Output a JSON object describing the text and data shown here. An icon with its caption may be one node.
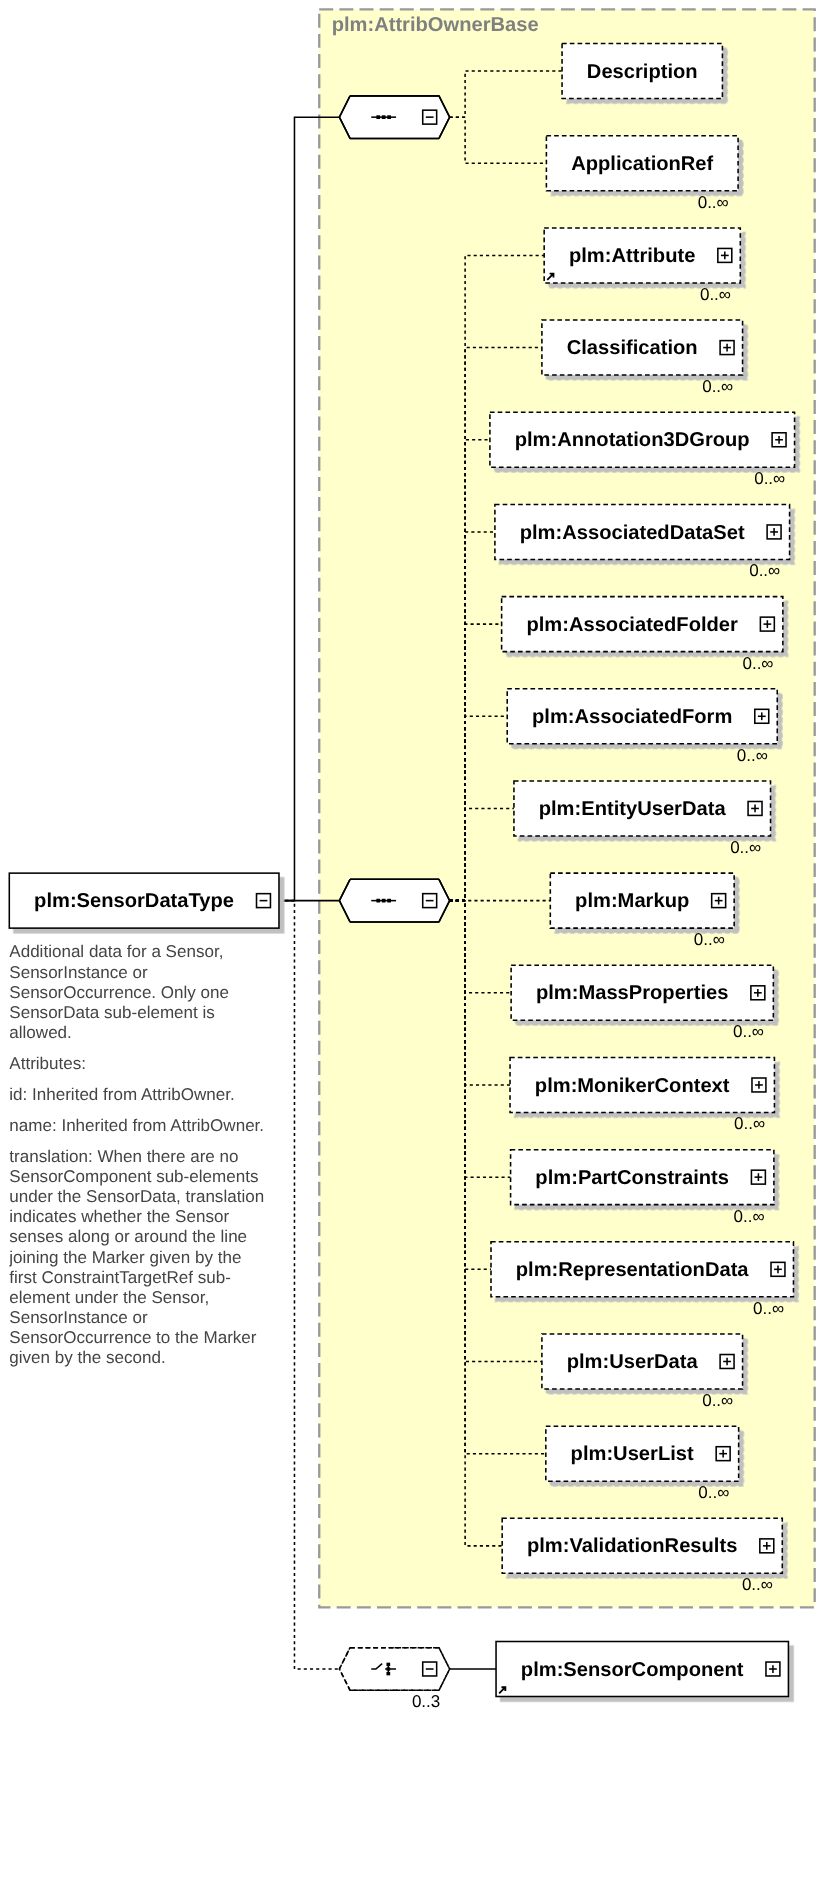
{
  "diagram": {
    "nodes": [
      {
        "text": [
          "plm:SensorDataType"
        ],
        "beside": [
          "Additional data for a Sensor, SensorInstance or SensorOccurrence. Only one SensorData sub-element is allowed.",
          "Attributes:",
          "id: Inherited from AttribOwner.",
          "name: Inherited from AttribOwner.",
          "translation: When there are no SensorComponent sub-elements under the SensorData, translation indicates whether the Sensor senses along or around the line joining the Marker given by the first ConstraintTargetRef sub-element under the Sensor, SensorInstance or SensorOccurrence to the Marker given by the second."
        ]
      },
      {
        "text": [
          "plm:AttribOwnerBase"
        ]
      },
      {
        "text": [],
        "shape": "octagon",
        "in": 1
      },
      {
        "text": [
          "Description"
        ],
        "in": 1
      },
      {
        "text": [
          "ApplicationRef"
        ],
        "beside": [
          "0..∞"
        ],
        "in": 1
      },
      {
        "text": [],
        "shape": "octagon",
        "in": 1
      },
      {
        "text": [
          "plm:Attribute"
        ],
        "beside": [
          "0..∞"
        ],
        "in": 1
      },
      {
        "text": [
          "Classification"
        ],
        "beside": [
          "0..∞"
        ],
        "in": 1
      },
      {
        "text": [
          "plm:Annotation3DGroup"
        ],
        "beside": [
          "0..∞"
        ],
        "in": 1
      },
      {
        "text": [
          "plm:AssociatedDataSet"
        ],
        "beside": [
          "0..∞"
        ],
        "in": 1
      },
      {
        "text": [
          "plm:AssociatedFolder"
        ],
        "beside": [
          "0..∞"
        ],
        "in": 1
      },
      {
        "text": [
          "plm:AssociatedForm"
        ],
        "beside": [
          "0..∞"
        ],
        "in": 1
      },
      {
        "text": [
          "plm:EntityUserData"
        ],
        "beside": [
          "0..∞"
        ],
        "in": 1
      },
      {
        "text": [
          "plm:Markup"
        ],
        "beside": [
          "0..∞"
        ],
        "in": 1
      },
      {
        "text": [
          "plm:MassProperties"
        ],
        "beside": [
          "0..∞"
        ],
        "in": 1
      },
      {
        "text": [
          "plm:MonikerContext"
        ],
        "beside": [
          "0..∞"
        ],
        "in": 1
      },
      {
        "text": [
          "plm:PartConstraints"
        ],
        "beside": [
          "0..∞"
        ],
        "in": 1
      },
      {
        "text": [
          "plm:RepresentationData"
        ],
        "beside": [
          "0..∞"
        ],
        "in": 1
      },
      {
        "text": [
          "plm:UserData"
        ],
        "beside": [
          "0..∞"
        ],
        "in": 1
      },
      {
        "text": [
          "plm:UserList"
        ],
        "beside": [
          "0..∞"
        ],
        "in": 1
      },
      {
        "text": [
          "plm:ValidationResults"
        ],
        "beside": [
          "0..∞"
        ],
        "in": 1
      },
      {
        "text": [],
        "shape": "octagon",
        "beside": [
          "0..3"
        ]
      },
      {
        "text": [
          "plm:SensorComponent"
        ]
      }
    ],
    "edges": [
      {
        "from": 0,
        "to": 2,
        "arrow": "none"
      },
      {
        "from": 0,
        "to": 5,
        "arrow": "none"
      },
      {
        "from": 0,
        "to": 21,
        "arrow": "none",
        "style": "dashed"
      },
      {
        "from": 2,
        "to": 3,
        "arrow": "none",
        "style": "dashed"
      },
      {
        "from": 2,
        "to": 4,
        "arrow": "none",
        "style": "dashed"
      },
      {
        "from": 5,
        "to": 6,
        "arrow": "none",
        "style": "dashed"
      },
      {
        "from": 5,
        "to": 7,
        "arrow": "none",
        "style": "dashed"
      },
      {
        "from": 5,
        "to": 8,
        "arrow": "none",
        "style": "dashed"
      },
      {
        "from": 5,
        "to": 9,
        "arrow": "none",
        "style": "dashed"
      },
      {
        "from": 5,
        "to": 10,
        "arrow": "none",
        "style": "dashed"
      },
      {
        "from": 5,
        "to": 11,
        "arrow": "none",
        "style": "dashed"
      },
      {
        "from": 5,
        "to": 12,
        "arrow": "none",
        "style": "dashed"
      },
      {
        "from": 5,
        "to": 13,
        "arrow": "none",
        "style": "dashed"
      },
      {
        "from": 5,
        "to": 14,
        "arrow": "none",
        "style": "dashed"
      },
      {
        "from": 5,
        "to": 15,
        "arrow": "none",
        "style": "dashed"
      },
      {
        "from": 5,
        "to": 16,
        "arrow": "none",
        "style": "dashed"
      },
      {
        "from": 5,
        "to": 17,
        "arrow": "none",
        "style": "dashed"
      },
      {
        "from": 5,
        "to": 18,
        "arrow": "none",
        "style": "dashed"
      },
      {
        "from": 5,
        "to": 19,
        "arrow": "none",
        "style": "dashed"
      },
      {
        "from": 5,
        "to": 20,
        "arrow": "none",
        "style": "dashed"
      },
      {
        "from": 21,
        "to": 22,
        "arrow": "none"
      }
    ]
  }
}
